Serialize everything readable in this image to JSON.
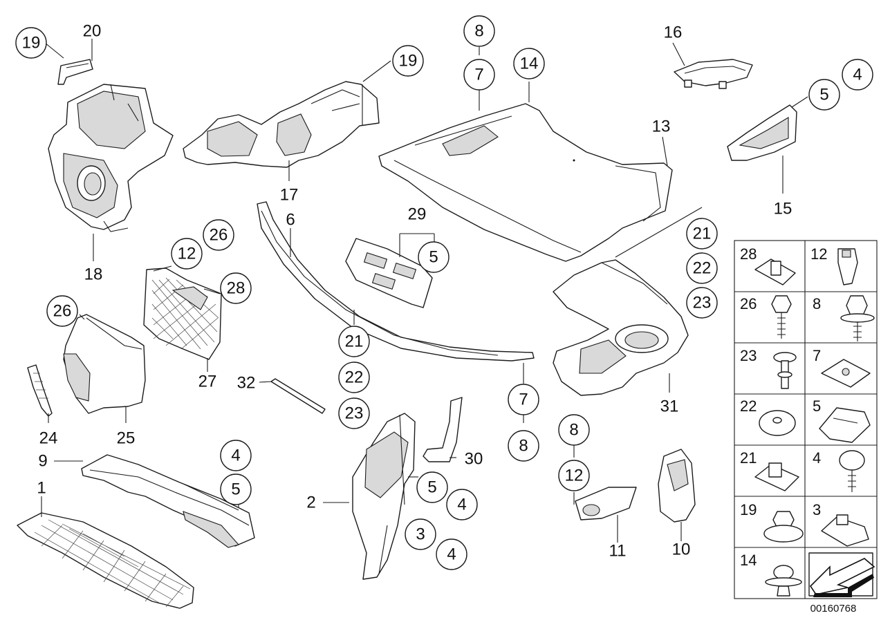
{
  "diagram": {
    "document_id": "00160768",
    "callouts": [
      {
        "id": "c19a",
        "n": "19",
        "circle": true
      },
      {
        "id": "c20",
        "n": "20",
        "circle": false
      },
      {
        "id": "c18",
        "n": "18",
        "circle": false
      },
      {
        "id": "c19b",
        "n": "19",
        "circle": true
      },
      {
        "id": "c17",
        "n": "17",
        "circle": false
      },
      {
        "id": "c8a",
        "n": "8",
        "circle": true
      },
      {
        "id": "c7a",
        "n": "7",
        "circle": true
      },
      {
        "id": "c14",
        "n": "14",
        "circle": true
      },
      {
        "id": "c16",
        "n": "16",
        "circle": false
      },
      {
        "id": "c4a",
        "n": "4",
        "circle": true
      },
      {
        "id": "c5a",
        "n": "5",
        "circle": true
      },
      {
        "id": "c13",
        "n": "13",
        "circle": false
      },
      {
        "id": "c15",
        "n": "15",
        "circle": false
      },
      {
        "id": "c6",
        "n": "6",
        "circle": false
      },
      {
        "id": "c29",
        "n": "29",
        "circle": false
      },
      {
        "id": "c5b",
        "n": "5",
        "circle": true
      },
      {
        "id": "c12a",
        "n": "12",
        "circle": true
      },
      {
        "id": "c26a",
        "n": "26",
        "circle": true
      },
      {
        "id": "c28",
        "n": "28",
        "circle": true
      },
      {
        "id": "c26b",
        "n": "26",
        "circle": true
      },
      {
        "id": "c27",
        "n": "27",
        "circle": false
      },
      {
        "id": "c21a",
        "n": "21",
        "circle": true
      },
      {
        "id": "c22a",
        "n": "22",
        "circle": true
      },
      {
        "id": "c23a",
        "n": "23",
        "circle": true
      },
      {
        "id": "c21b",
        "n": "21",
        "circle": true
      },
      {
        "id": "c22b",
        "n": "22",
        "circle": true
      },
      {
        "id": "c23b",
        "n": "23",
        "circle": true
      },
      {
        "id": "c31",
        "n": "31",
        "circle": false
      },
      {
        "id": "c32",
        "n": "32",
        "circle": false
      },
      {
        "id": "c24",
        "n": "24",
        "circle": false
      },
      {
        "id": "c25",
        "n": "25",
        "circle": false
      },
      {
        "id": "c7b",
        "n": "7",
        "circle": true
      },
      {
        "id": "c8b",
        "n": "8",
        "circle": true
      },
      {
        "id": "c30",
        "n": "30",
        "circle": false
      },
      {
        "id": "c8c",
        "n": "8",
        "circle": true
      },
      {
        "id": "c12b",
        "n": "12",
        "circle": true
      },
      {
        "id": "c9",
        "n": "9",
        "circle": false
      },
      {
        "id": "c4b",
        "n": "4",
        "circle": true
      },
      {
        "id": "c5c",
        "n": "5",
        "circle": true
      },
      {
        "id": "c1",
        "n": "1",
        "circle": false
      },
      {
        "id": "c2",
        "n": "2",
        "circle": false
      },
      {
        "id": "c5d",
        "n": "5",
        "circle": true
      },
      {
        "id": "c4c",
        "n": "4",
        "circle": true
      },
      {
        "id": "c3",
        "n": "3",
        "circle": true
      },
      {
        "id": "c4d",
        "n": "4",
        "circle": true
      },
      {
        "id": "c11",
        "n": "11",
        "circle": false
      },
      {
        "id": "c10",
        "n": "10",
        "circle": false
      }
    ],
    "parts_table": [
      {
        "left": "28",
        "right": "12"
      },
      {
        "left": "26",
        "right": "8"
      },
      {
        "left": "23",
        "right": "7"
      },
      {
        "left": "22",
        "right": "5"
      },
      {
        "left": "21",
        "right": "4"
      },
      {
        "left": "19",
        "right": "3"
      },
      {
        "left": "14",
        "right": ""
      }
    ]
  }
}
